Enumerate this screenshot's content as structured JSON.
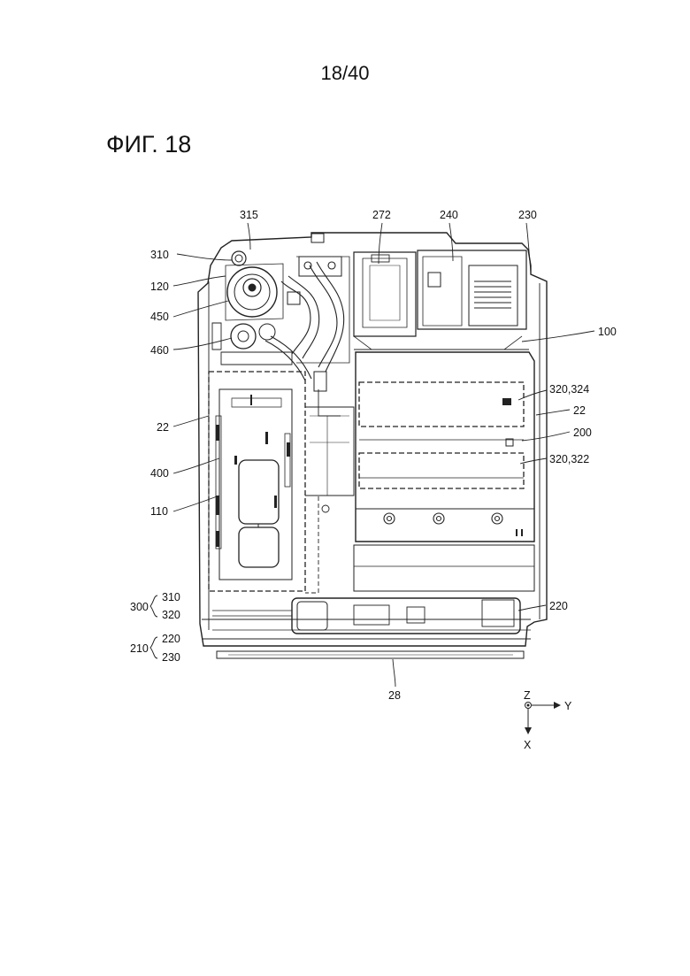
{
  "page_number": "18/40",
  "figure_title": "ФИГ. 18",
  "labels": {
    "l315": "315",
    "l272": "272",
    "l240": "240",
    "l230_top": "230",
    "l310": "310",
    "l120": "120",
    "l450": "450",
    "l460": "460",
    "l100": "100",
    "l320_324": "320,324",
    "l22_right": "22",
    "l200": "200",
    "l320_322": "320,322",
    "l22_left": "22",
    "l400": "400",
    "l110": "110",
    "l300": "300",
    "l300_310": "310",
    "l300_320": "320",
    "l220": "220",
    "l210": "210",
    "l210_220": "220",
    "l210_230": "230",
    "l28": "28"
  },
  "axes": {
    "z": "Z",
    "y": "Y",
    "x": "X"
  }
}
